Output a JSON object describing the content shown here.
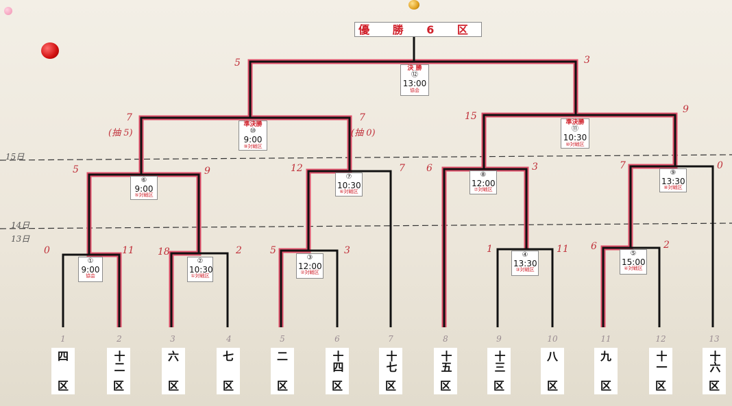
{
  "title": "優 勝 6 区",
  "dates": [
    "15日",
    "14日",
    "13日"
  ],
  "matches": [
    {
      "num": "①",
      "time": "9:00",
      "note": "協会"
    },
    {
      "num": "②",
      "time": "10:30",
      "note": "①対戦区"
    },
    {
      "num": "③",
      "time": "12:00",
      "note": "②対戦区"
    },
    {
      "num": "④",
      "time": "13:30",
      "note": "③対戦区"
    },
    {
      "num": "⑤",
      "time": "15:00",
      "note": "④対戦区"
    },
    {
      "num": "⑥",
      "time": "9:00",
      "note": "⑤対戦区"
    },
    {
      "num": "⑦",
      "time": "10:30",
      "note": "⑥対戦区"
    },
    {
      "num": "⑧",
      "time": "12:00",
      "note": "⑦対戦区"
    },
    {
      "num": "⑨",
      "time": "13:30",
      "note": "⑧対戦区"
    },
    {
      "label": "準決勝",
      "num": "⑩",
      "time": "9:00",
      "note": "⑨対戦区"
    },
    {
      "label": "準決勝",
      "num": "⑪",
      "time": "10:30",
      "note": "⑩対戦区"
    },
    {
      "label": "決 勝",
      "num": "⑫",
      "time": "13:00",
      "note": "協会"
    }
  ],
  "scores": [
    "0",
    "11",
    "18",
    "2",
    "5",
    "3",
    "1",
    "11",
    "6",
    "2",
    "5",
    "9",
    "12",
    "7",
    "6",
    "3",
    "7",
    "0",
    "7",
    "7",
    "15",
    "9",
    "5",
    "3"
  ],
  "tiebreaks": [
    "(抽 5)",
    "(抽 0)"
  ],
  "positions": [
    "1",
    "2",
    "3",
    "4",
    "5",
    "6",
    "7",
    "8",
    "9",
    "10",
    "11",
    "12",
    "13"
  ],
  "teams": [
    {
      "top": "四",
      "bottom": "区"
    },
    {
      "top": "十二",
      "bottom": "区"
    },
    {
      "top": "六",
      "bottom": "区"
    },
    {
      "top": "七",
      "bottom": "区"
    },
    {
      "top": "二",
      "bottom": "区"
    },
    {
      "top": "十四",
      "bottom": "区"
    },
    {
      "top": "十七",
      "bottom": "区"
    },
    {
      "top": "十五",
      "bottom": "区"
    },
    {
      "top": "十三",
      "bottom": "区"
    },
    {
      "top": "八",
      "bottom": "区"
    },
    {
      "top": "九",
      "bottom": "区"
    },
    {
      "top": "十一",
      "bottom": "区"
    },
    {
      "top": "十六",
      "bottom": "区"
    }
  ],
  "colors": {
    "line": "#111111",
    "win": "#e0506a",
    "red": "#d0202a"
  }
}
